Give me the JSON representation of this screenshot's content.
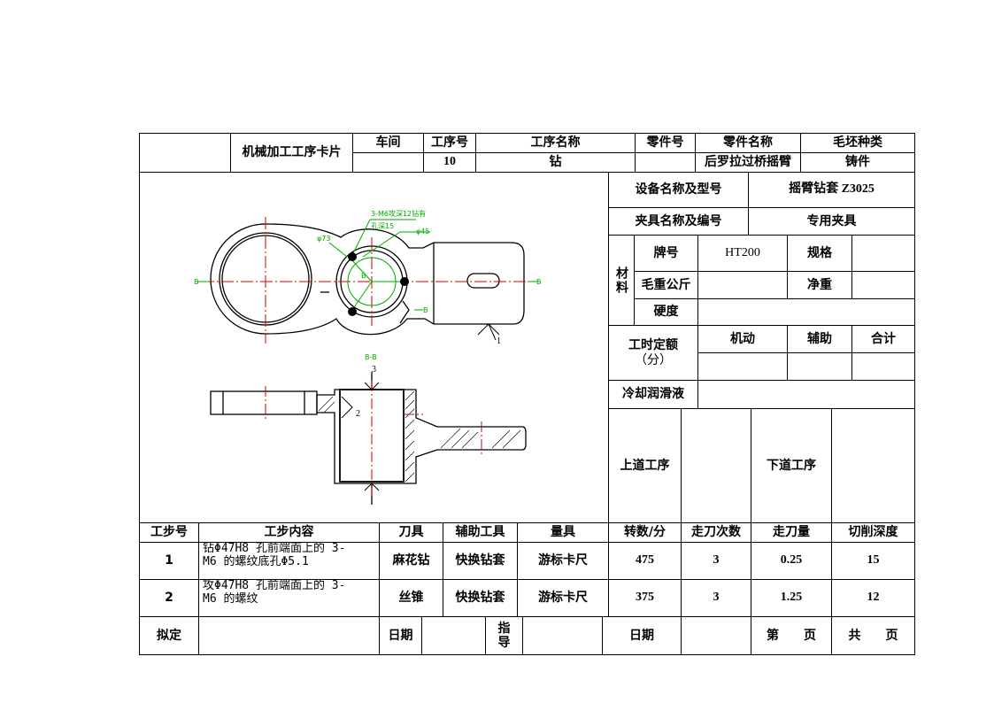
{
  "header": {
    "title": "机械加工工序卡片",
    "workshop_label": "车间",
    "op_no_label": "工序号",
    "op_name_label": "工序名称",
    "part_no_label": "零件号",
    "part_name_label": "零件名称",
    "blank_type_label": "毛坯种类",
    "workshop": "",
    "op_no": "10",
    "op_name": "钻",
    "part_no": "",
    "part_name": "后罗拉过桥摇臂",
    "blank_type": "铸件"
  },
  "equipment": {
    "label": "设备名称及型号",
    "value": "摇臂钻套 Z3025"
  },
  "fixture": {
    "label": "夹具名称及编号",
    "value": "专用夹具"
  },
  "material": {
    "label": "材料",
    "grade_label": "牌号",
    "grade": "HT200",
    "spec_label": "规格",
    "spec": "",
    "weight_label": "毛重公斤",
    "weight": "",
    "net_label": "净重",
    "net": "",
    "hardness_label": "硬度",
    "hardness": ""
  },
  "time_quota": {
    "label_line1": "工时定额",
    "label_line2": "（分）",
    "machine_label": "机动",
    "aux_label": "辅助",
    "total_label": "合计"
  },
  "coolant": {
    "label": "冷却润滑液",
    "value": ""
  },
  "prev_op_label": "上道工序",
  "next_op_label": "下道工序",
  "drawing": {
    "note_holes": "3-M6攻深12钻有",
    "note_depth": "孔深15",
    "dia45": "φ45",
    "dia73": "φ73",
    "label_B": "B",
    "section": "B-B",
    "callout1": "1",
    "callout2": "2",
    "callout3": "3"
  },
  "steps_table": {
    "headers": [
      "工步号",
      "工步内容",
      "刀具",
      "辅助工具",
      "量具",
      "转数/分",
      "走刀次数",
      "走刀量",
      "切削深度"
    ],
    "rows": [
      {
        "no": "1",
        "content_line1": "钻Φ47H8 孔前端面上的 3-",
        "content_line2": "M6 的螺纹底孔Φ5.1",
        "tool": "麻花钻",
        "aux_tool": "快换钻套",
        "gauge": "游标卡尺",
        "rpm": "475",
        "passes": "3",
        "feed": "0.25",
        "depth": "15"
      },
      {
        "no": "2",
        "content_line1": "攻Φ47H8 孔前端面上的 3-",
        "content_line2": "M6 的螺纹",
        "tool": "丝锥",
        "aux_tool": "快换钻套",
        "gauge": "游标卡尺",
        "rpm": "375",
        "passes": "3",
        "feed": "1.25",
        "depth": "12"
      }
    ]
  },
  "footer": {
    "drafted_label": "拟定",
    "date_label": "日期",
    "guide_label_1": "指",
    "guide_label_2": "导",
    "date_label_2": "日期",
    "page_label": "第　　页",
    "total_pages_label": "共　　页"
  }
}
